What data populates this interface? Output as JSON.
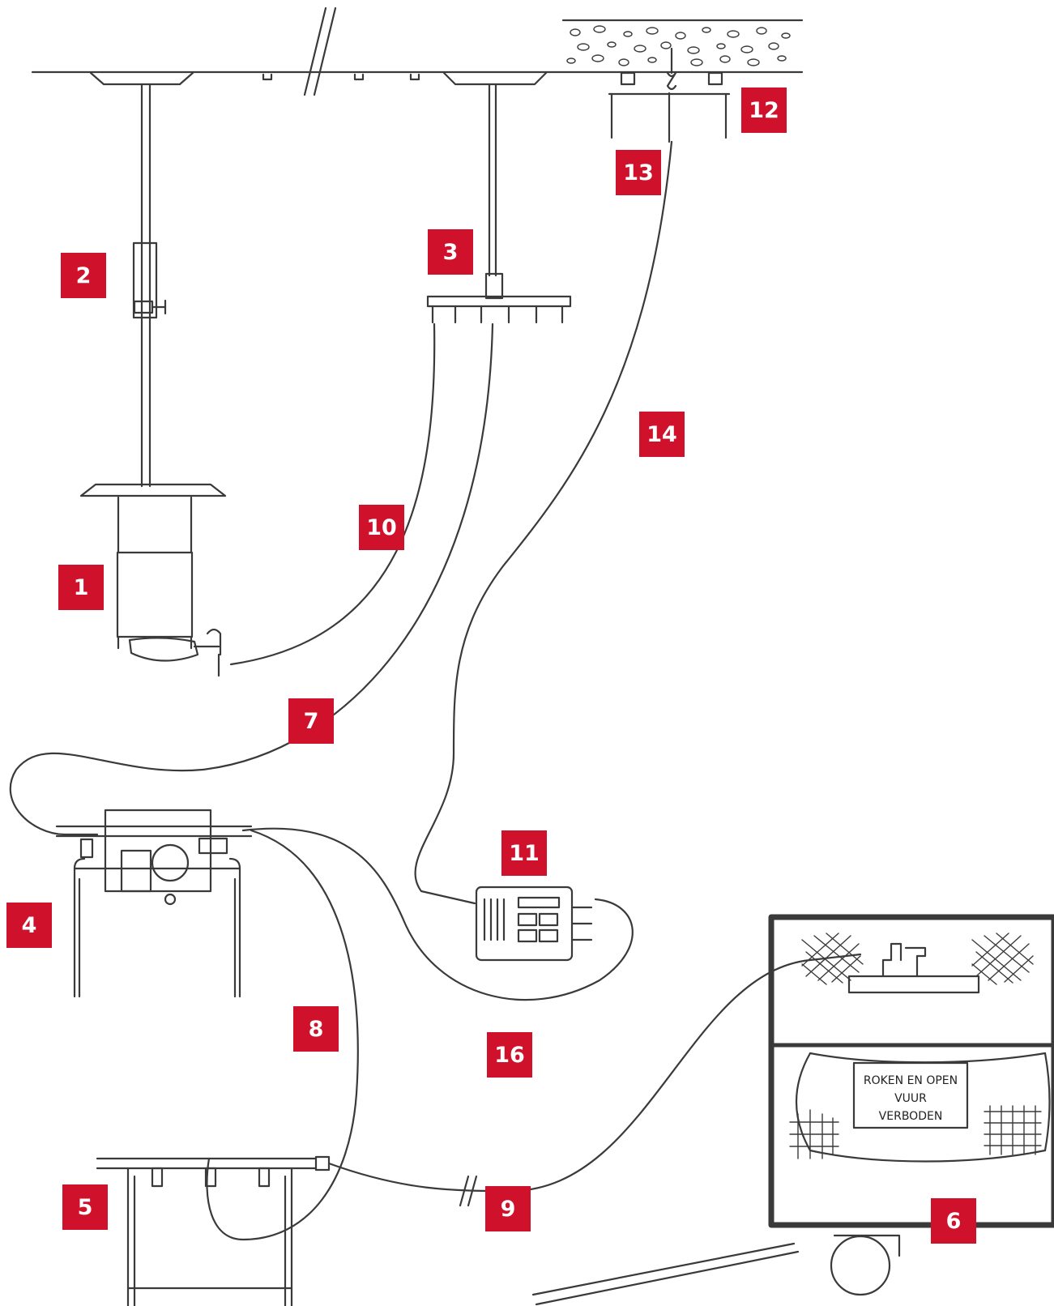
{
  "colors": {
    "badge_bg": "#d0112b",
    "badge_text": "#ffffff",
    "line": "#3a3a3a"
  },
  "labels": {
    "l1": "1",
    "l2": "2",
    "l3": "3",
    "l4": "4",
    "l5": "5",
    "l6": "6",
    "l7": "7",
    "l8": "8",
    "l9": "9",
    "l10": "10",
    "l11": "11",
    "l12": "12",
    "l13": "13",
    "l14": "14",
    "l16": "16"
  },
  "sign": {
    "line1": "ROKEN EN OPEN",
    "line2": "VUUR",
    "line3": "VERBODEN"
  }
}
